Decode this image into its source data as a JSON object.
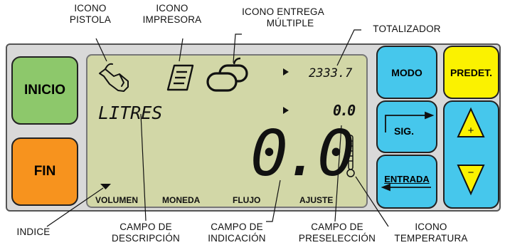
{
  "callouts": {
    "pistola": [
      "ICONO",
      "PISTOLA"
    ],
    "impresora": [
      "ICONO",
      "IMPRESORA"
    ],
    "entrega": [
      "ICONO ENTREGA",
      "MÚLTIPLE"
    ],
    "totalizador": "TOTALIZADOR",
    "indice": "INDICE",
    "descripcion": [
      "CAMPO DE",
      "DESCRIPCIÓN"
    ],
    "indicacion": [
      "CAMPO DE",
      "INDICACIÓN"
    ],
    "preseleccion": [
      "CAMPO DE",
      "PRESELECCIÓN"
    ],
    "temperatura": [
      "ICONO",
      "TEMPERATURA"
    ]
  },
  "buttons": {
    "inicio": "INICIO",
    "fin": "FIN",
    "modo": "MODO",
    "predet": "PREDET.",
    "sig": "SIG.",
    "entrada": "ENTRADA",
    "up": "+",
    "down": "−"
  },
  "lcd": {
    "totalizer": "2333.7",
    "description": "LITRES",
    "preset": "0.0",
    "main_value": "0.0",
    "menu": [
      "VOLUMEN",
      "MONEDA",
      "FLUJO",
      "AJUSTE"
    ]
  },
  "colors": {
    "green": "#8dc86b",
    "orange": "#f7931e",
    "cyan": "#46c7ec",
    "yellow": "#fbf200",
    "lcd": "#d2d7a7"
  }
}
